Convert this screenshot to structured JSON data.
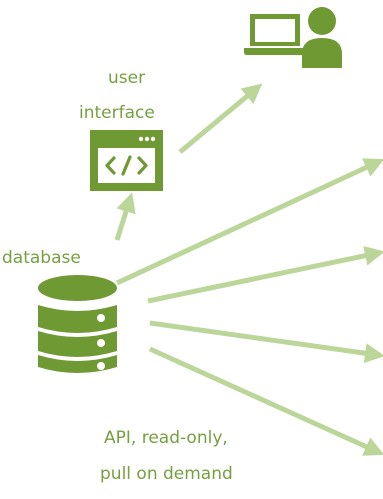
{
  "labels": {
    "user_line": "user",
    "interface_line": "interface",
    "database": "database",
    "api_line1": "API, read-only,",
    "api_line2": "pull on demand"
  },
  "colors": {
    "icon": "#6e9933",
    "arrow": "#bcd69a",
    "text": "#76a03f"
  },
  "icons": {
    "user": "laptop-user-icon",
    "ui": "code-window-icon",
    "db": "database-stack-icon"
  }
}
